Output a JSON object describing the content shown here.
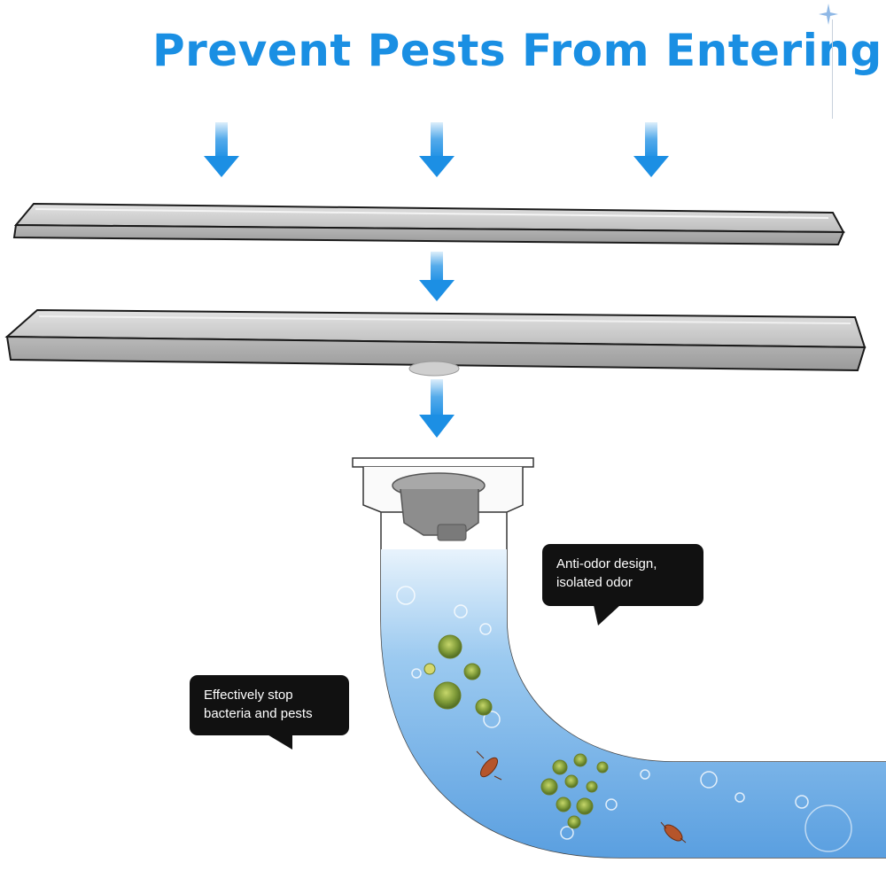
{
  "title": "Prevent Pests From Entering",
  "callouts": {
    "anti_odor": {
      "line1": "Anti-odor design,",
      "line2": "isolated odor"
    },
    "stop_bacteria": {
      "line1": "Effectively stop",
      "line2": "bacteria and pests"
    }
  },
  "colors": {
    "title": "#1a8fe3",
    "arrow": "#1c8fe4",
    "metal": "#c9c9c9",
    "water": "#6fb0e8",
    "callout_bg": "#111111"
  },
  "icons": [
    "down-arrow-icon",
    "sparkle-icon"
  ]
}
